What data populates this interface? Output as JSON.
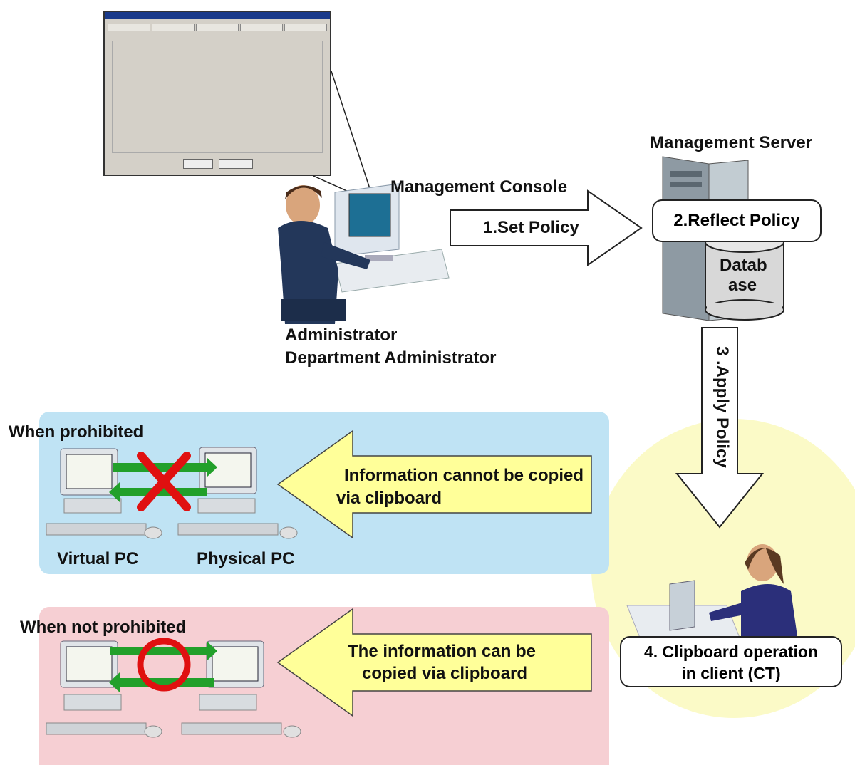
{
  "labels": {
    "management_server": "Management Server",
    "management_console": "Management Console",
    "administrator_line1": "Administrator",
    "administrator_line2": "Department Administrator",
    "database_line1": "Datab",
    "database_line2": "ase",
    "when_prohibited": "When prohibited",
    "when_not_prohibited": "When not prohibited",
    "virtual_pc": "Virtual PC",
    "physical_pc": "Physical PC"
  },
  "steps": {
    "set_policy": "1.Set Policy",
    "reflect_policy": "2.Reflect Policy",
    "apply_policy": "3 .Apply Policy",
    "client_line1": "4. Clipboard operation",
    "client_line2": "in client (CT)"
  },
  "messages": {
    "cannot_copy_line1": "Information cannot be copied",
    "cannot_copy_line2": "via clipboard",
    "can_copy_line1": "The information can be",
    "can_copy_line2": "copied via clipboard"
  },
  "colors": {
    "prohibited_bg": "#bfe3f4",
    "allowed_bg": "#f6cfd3",
    "arrow_yellow": "#ffff99",
    "copy_arrow_green": "#22a02a",
    "deny_red": "#e01010",
    "client_glow": "#fbfac7"
  }
}
